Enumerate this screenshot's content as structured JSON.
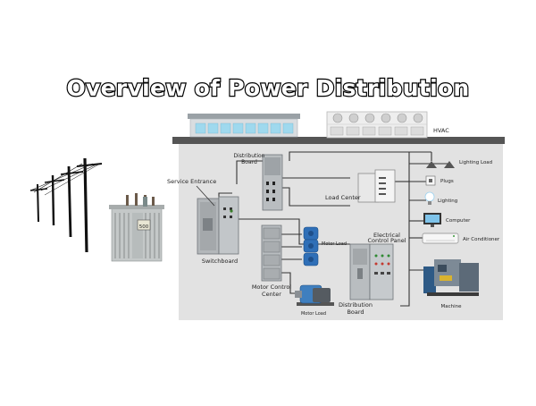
{
  "title": "Overview of Power Distribution",
  "labels": {
    "hvac": "HVAC",
    "distribution_board_top": [
      "Distribution",
      "Board"
    ],
    "service_entrance": "Service Entrance",
    "load_center": "Load Center",
    "switchboard": "Switchboard",
    "motor_load_right": "Motor Load",
    "motor_control_center": [
      "Motor Control",
      "Center"
    ],
    "motor_load_bottom": "Motor Load",
    "electrical_control_panel": [
      "Electrical",
      "Control Panel"
    ],
    "distribution_board_bottom": [
      "Distribution",
      "Board"
    ],
    "lighting_load": "Lighting Load",
    "plugs": "Plugs",
    "lighting": "Lighting",
    "computer": "Computer",
    "air_conditioner": "Air Conditioner",
    "machine": "Machine",
    "transformer_plate": "500"
  }
}
